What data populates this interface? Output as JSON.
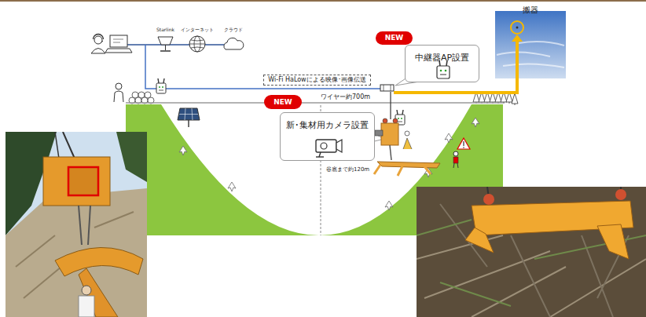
{
  "diagram": {
    "nodes": [
      {
        "text": [
          "NEW"
        ]
      },
      {
        "text": [
          "中継器AP設置"
        ]
      },
      {
        "text": [
          "Wi-Fi HaLowによる映像･画像伝送"
        ]
      },
      {
        "text": [
          "NEW"
        ]
      },
      {
        "text": [
          "新･集材用カメラ設置"
        ]
      },
      {
        "text": [
          "搬器"
        ]
      }
    ],
    "labels": [
      "Starlink",
      "インターネット",
      "クラウド",
      "ワイヤー約700m",
      "谷底まで約120m"
    ]
  }
}
